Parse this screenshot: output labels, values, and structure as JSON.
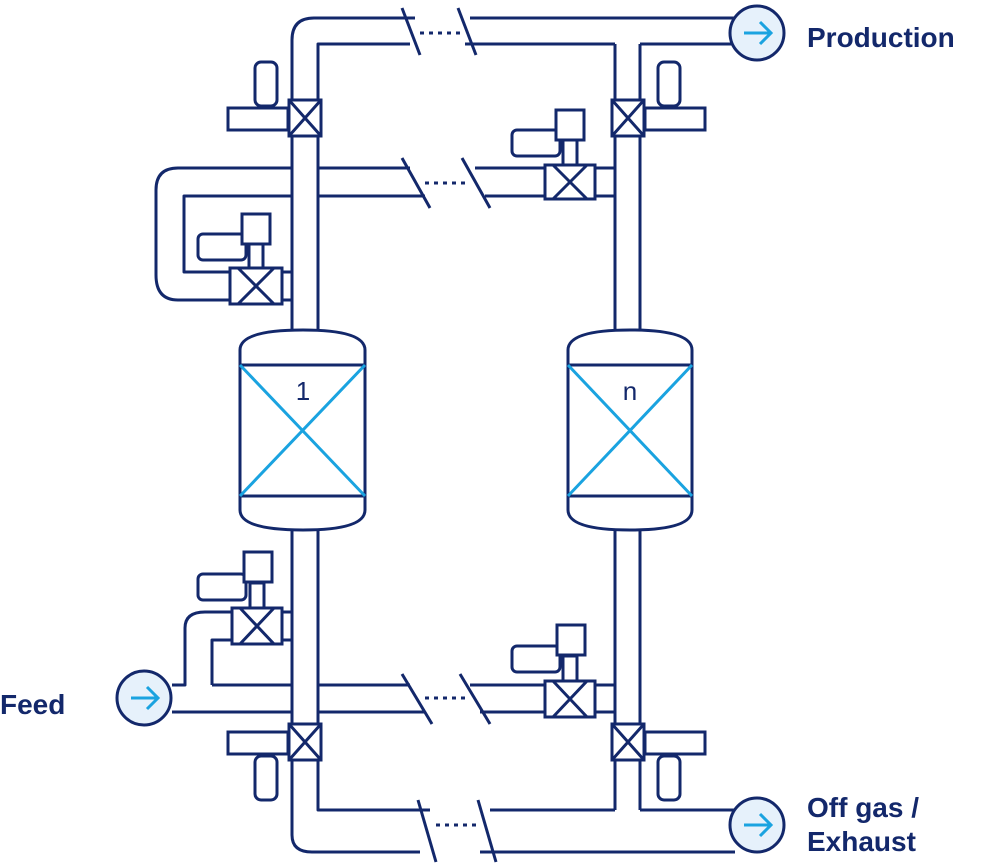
{
  "labels": {
    "production": "Production",
    "feed": "Feed",
    "offgas_line1": "Off gas /",
    "offgas_line2": "Exhaust"
  },
  "vessels": [
    {
      "label": "1"
    },
    {
      "label": "n"
    }
  ],
  "colors": {
    "line": "#13286b",
    "accent": "#1aa3e0",
    "fill": "#e6f1fb",
    "text": "#13286b"
  },
  "icons": {
    "inlet_outlet": "arrow-right-icon",
    "valve": "actuated-valve-icon",
    "vessel": "adsorber-vessel-icon"
  }
}
